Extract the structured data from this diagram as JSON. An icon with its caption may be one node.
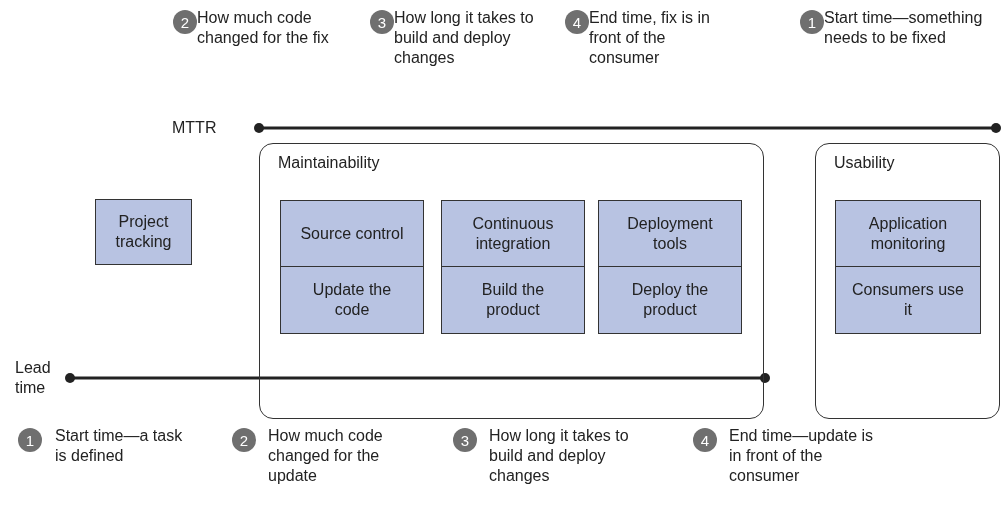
{
  "diagram": {
    "nodes": [
      {
        "text": [
          "Project tracking"
        ]
      },
      {
        "text": [
          "Maintainability"
        ]
      },
      {
        "text": [
          "Source control"
        ],
        "in": 1
      },
      {
        "text": [
          "Update the code"
        ],
        "in": 1
      },
      {
        "text": [
          "Continuous integration"
        ],
        "in": 1
      },
      {
        "text": [
          "Build the product"
        ],
        "in": 1
      },
      {
        "text": [
          "Deployment tools"
        ],
        "in": 1
      },
      {
        "text": [
          "Deploy the product"
        ],
        "in": 1
      },
      {
        "text": [
          "Usability"
        ]
      },
      {
        "text": [
          "Application monitoring"
        ],
        "in": 8
      },
      {
        "text": [
          "Consumers use it"
        ],
        "in": 8
      }
    ],
    "edges": [],
    "labels": [
      "2",
      "How much code changed for the fix",
      "3",
      "How long it takes to build and deploy changes",
      "4",
      "End time, fix is in front of the consumer",
      "1",
      "Start time—something needs to be fixed",
      "MTTR",
      "Lead time",
      "1",
      "Start time—a task is defined",
      "2",
      "How much code changed for the update",
      "3",
      "How long it takes to build and deploy changes",
      "4",
      "End time—update is in front of the consumer"
    ]
  }
}
